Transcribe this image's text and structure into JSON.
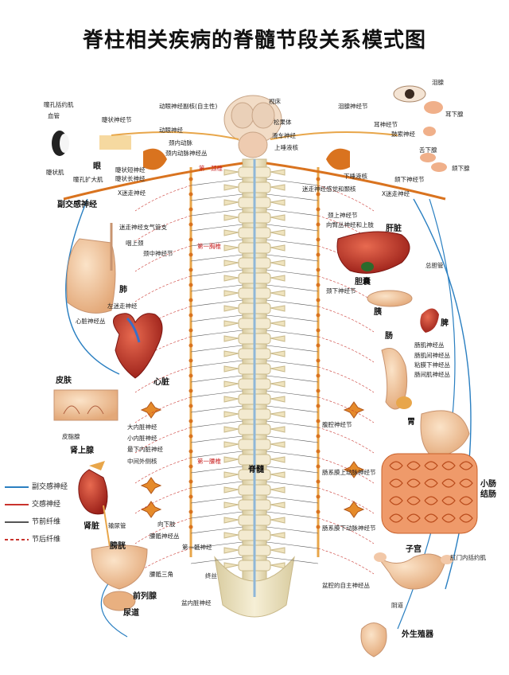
{
  "title": "脊柱相关疾病的脊髓节段关系模式图",
  "legend": [
    {
      "label": "副交感神经",
      "color": "#2a7fc1",
      "style": "solid"
    },
    {
      "label": "交感神经",
      "color": "#c9332d",
      "style": "solid"
    },
    {
      "label": "节前纤维",
      "color": "#555555",
      "style": "solid"
    },
    {
      "label": "节后纤维",
      "color": "#c9332d",
      "style": "dashed"
    }
  ],
  "labels": {
    "pupil_sphincter": "瞳孔括约肌",
    "blood_vessel": "血管",
    "ciliary_ganglion": "睫状神经节",
    "oculomotor_accessory": "动眼神经副核(自主性)",
    "optic_thalamus": "视床",
    "pineal": "松果体",
    "lacrimal_nerve": "泪腺神经节",
    "lacrimal_gland": "泪腺",
    "parotid_gland": "耳下腺",
    "otic_ganglion": "耳神经节",
    "tympanic_nerve": "鼓索神经",
    "sublingual": "舌下腺",
    "submandibular": "颌下腺",
    "submandibular_ganglion": "颌下神经节",
    "oculomotor_nerve": "动眼神经",
    "internal_carotid": "颈内动脉",
    "carotid_plexus": "颈内动脉神经丛",
    "trochlear": "滑车神经",
    "superior_salivatory": "上唾液核",
    "inferior_salivatory": "下唾液核",
    "ciliary_muscle": "睫状肌",
    "pupil_dilator": "瞳孔扩大肌",
    "eye": "眼",
    "short_ciliary": "睫状短神经",
    "long_ciliary": "睫状长神经",
    "first_cervical": "第一颈椎",
    "vagus_sensory": "迷走神经感觉和颞核",
    "vagus_left": "X迷走神经",
    "vagus_right": "X迷走神经",
    "parasympathetic": "副交感神经",
    "vagus_bronchial": "迷走神经支气管支",
    "pharynx": "咽上颈",
    "middle_cervical": "颈中神经节",
    "first_thoracic": "第一胸椎",
    "superior_cervical_ganglion": "颈上神经节",
    "cervical_sym": "向臂丛神经和上肢",
    "liver": "肝脏",
    "bile_duct": "总胆管",
    "gallbladder": "胆囊",
    "inferior_cervical": "颈下神经节",
    "lung": "肺",
    "vagus_left_branch": "左迷走神经",
    "cardiac_plexus": "心脏神经丛",
    "pancreas": "胰",
    "spleen": "脾",
    "intestine_label": "肠",
    "myenteric": "肠肌神经丛",
    "submucosal": "肠肌间神经丛",
    "mucosal": "粘膜下神经丛",
    "intermuscular": "肠间肌神经丛",
    "skin": "皮肤",
    "heart": "心脏",
    "sweat_gland": "皮脂腺",
    "greater_splanchnic": "大内脏神经",
    "lesser_splanchnic": "小内脏神经",
    "least_splanchnic": "最下内脏神经",
    "middle_lateral": "中间外侧核",
    "celiac_ganglion": "腹腔神经节",
    "stomach": "胃",
    "adrenal": "肾上腺",
    "first_lumbar": "第一腰椎",
    "spinal_cord": "脊髓",
    "superior_mesenteric": "肠系膜上动脉神经节",
    "small_intestine": "小肠",
    "large_intestine": "结肠",
    "kidney": "肾脏",
    "ureter": "输尿管",
    "inferior_plexus": "肠系膜下动脉神经节",
    "hypogastric": "向下肢",
    "pelvic_splanchnic": "腰骶神经丛",
    "first_sacral": "第一骶神经",
    "uterus": "子宫",
    "anal_sphincter": "肛门内括约肌",
    "bladder": "膀胱",
    "sacral_triangle": "腰骶三角",
    "coccyx": "终丝",
    "pelvic_autonomic": "盆腔的自主神经丛",
    "prostate": "前列腺",
    "urethra": "尿道",
    "pelvic_nerve": "盆内脏神经",
    "vagina": "阴道",
    "genitals": "外生殖器"
  },
  "colors": {
    "nerve_yellow": "#e8a64a",
    "nerve_orange": "#d9731f",
    "sympathetic_red": "#c9332d",
    "parasympathetic_blue": "#2a7fc1",
    "bone": "#efe6c6",
    "organ_red": "#c8342a"
  },
  "icons": [
    "eye-icon",
    "brain-icon",
    "spine-icon",
    "heart-icon",
    "lung-icon",
    "liver-icon",
    "stomach-icon",
    "kidney-icon",
    "intestine-icon",
    "bladder-icon",
    "uterus-icon"
  ]
}
